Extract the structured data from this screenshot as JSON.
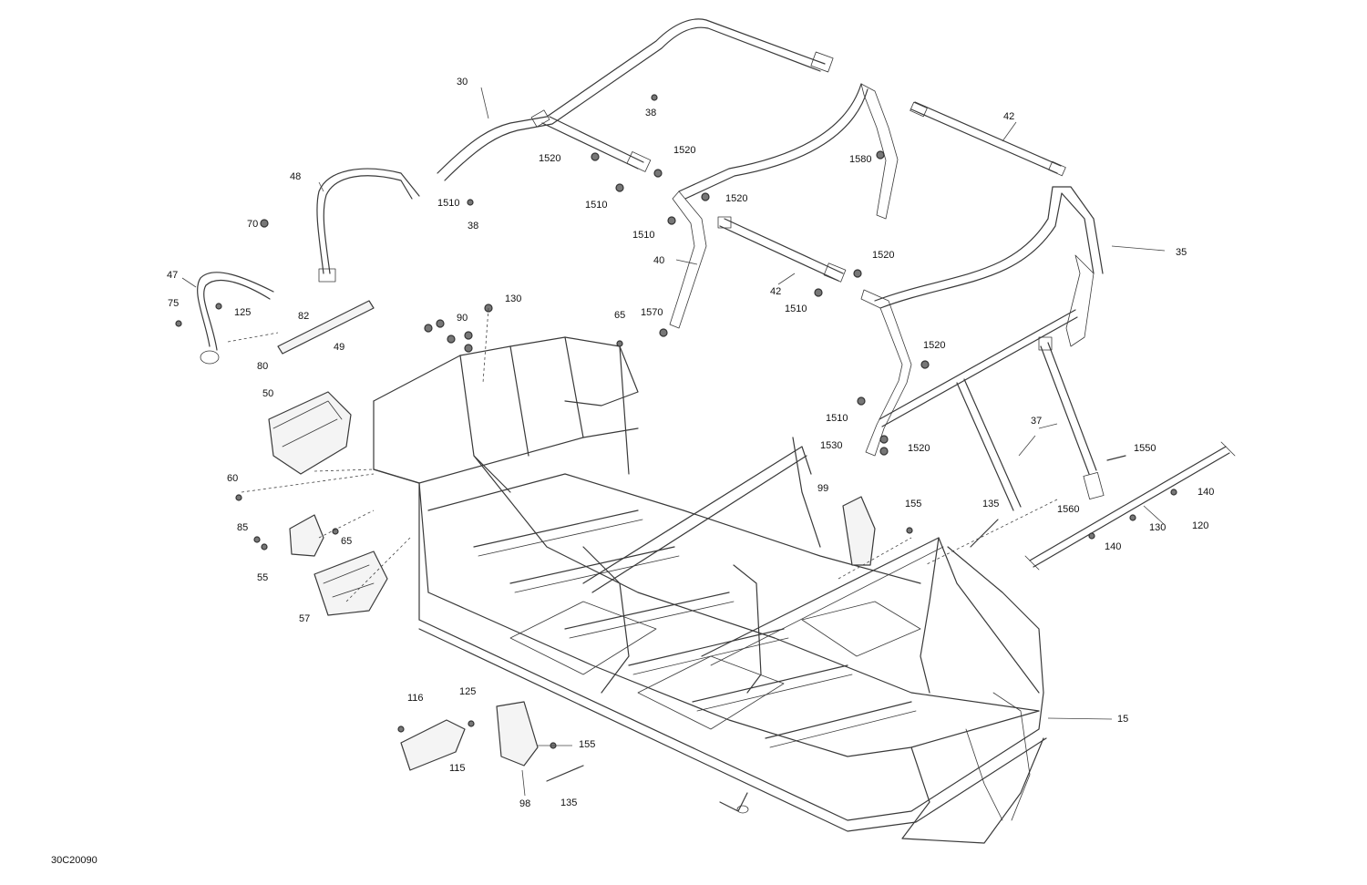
{
  "drawing_id": "30C20090",
  "callouts": [
    {
      "label": "30"
    },
    {
      "label": "38"
    },
    {
      "label": "42"
    },
    {
      "label": "1520"
    },
    {
      "label": "1520"
    },
    {
      "label": "1580"
    },
    {
      "label": "48"
    },
    {
      "label": "1510"
    },
    {
      "label": "38"
    },
    {
      "label": "1510"
    },
    {
      "label": "1520"
    },
    {
      "label": "1510"
    },
    {
      "label": "35"
    },
    {
      "label": "70"
    },
    {
      "label": "40"
    },
    {
      "label": "1520"
    },
    {
      "label": "47"
    },
    {
      "label": "42"
    },
    {
      "label": "1510"
    },
    {
      "label": "75"
    },
    {
      "label": "125"
    },
    {
      "label": "82"
    },
    {
      "label": "130"
    },
    {
      "label": "90"
    },
    {
      "label": "65"
    },
    {
      "label": "1570"
    },
    {
      "label": "49"
    },
    {
      "label": "1520"
    },
    {
      "label": "80"
    },
    {
      "label": "50"
    },
    {
      "label": "37"
    },
    {
      "label": "1510"
    },
    {
      "label": "1530"
    },
    {
      "label": "1520"
    },
    {
      "label": "1550"
    },
    {
      "label": "60"
    },
    {
      "label": "99"
    },
    {
      "label": "155"
    },
    {
      "label": "135"
    },
    {
      "label": "1560"
    },
    {
      "label": "140"
    },
    {
      "label": "85"
    },
    {
      "label": "65"
    },
    {
      "label": "130"
    },
    {
      "label": "120"
    },
    {
      "label": "140"
    },
    {
      "label": "55"
    },
    {
      "label": "57"
    },
    {
      "label": "125"
    },
    {
      "label": "116"
    },
    {
      "label": "15"
    },
    {
      "label": "155"
    },
    {
      "label": "115"
    },
    {
      "label": "98"
    },
    {
      "label": "135"
    }
  ]
}
